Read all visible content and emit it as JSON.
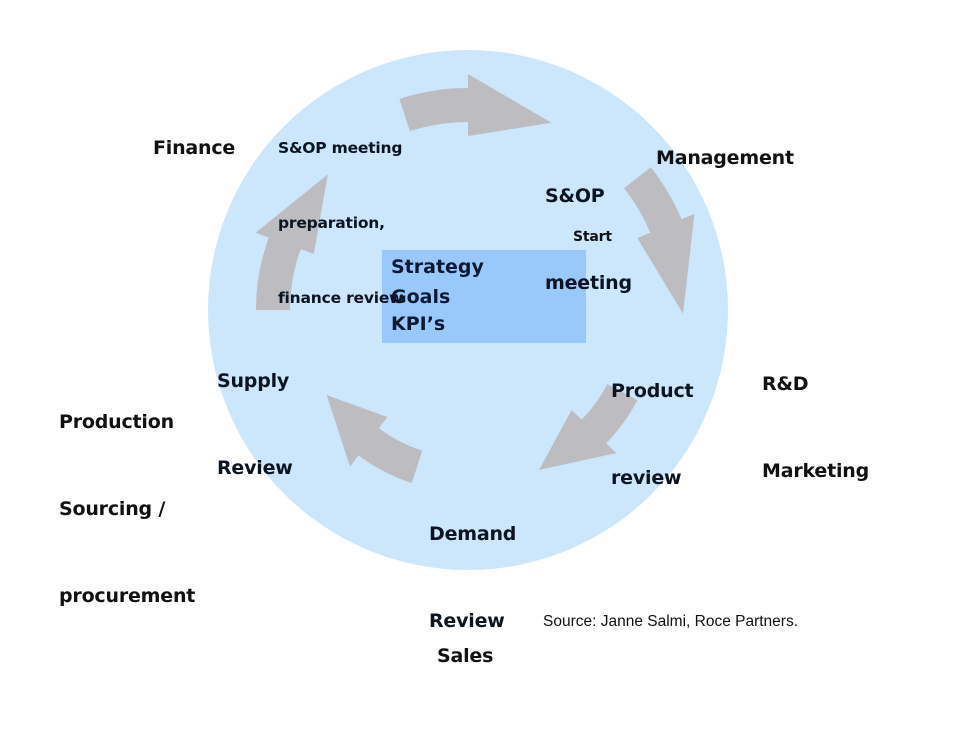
{
  "colors": {
    "circle_fill": "#cce6fc",
    "arrow_fill": "#bdbcc0",
    "center_box_fill": "#99c9fb",
    "text": "#111111"
  },
  "center_box": {
    "lines": [
      "Strategy",
      "Goals",
      "KPI’s"
    ]
  },
  "start_label": "Start",
  "steps": [
    {
      "id": "sop-meeting",
      "lines": [
        "S&OP",
        "meeting"
      ]
    },
    {
      "id": "product-review",
      "lines": [
        "Product",
        "review"
      ]
    },
    {
      "id": "demand-review",
      "lines": [
        "Demand",
        "Review"
      ]
    },
    {
      "id": "supply-review",
      "lines": [
        "Supply",
        "Review"
      ]
    },
    {
      "id": "sop-preparation",
      "lines": [
        "S&OP meeting",
        "preparation,",
        "finance review"
      ]
    }
  ],
  "functions": [
    {
      "id": "management",
      "lines": [
        "Management"
      ]
    },
    {
      "id": "rd-marketing",
      "lines": [
        "R&D",
        "Marketing"
      ]
    },
    {
      "id": "sales",
      "lines": [
        "Sales"
      ]
    },
    {
      "id": "production",
      "lines": [
        "Production",
        "Sourcing /",
        "procurement"
      ]
    },
    {
      "id": "finance",
      "lines": [
        "Finance"
      ]
    }
  ],
  "arrows": [
    {
      "from": "sop-preparation",
      "to": "sop-meeting",
      "icon": "curved-arrow"
    },
    {
      "from": "sop-meeting",
      "to": "product-review",
      "icon": "curved-arrow"
    },
    {
      "from": "product-review",
      "to": "demand-review",
      "icon": "curved-arrow"
    },
    {
      "from": "demand-review",
      "to": "supply-review",
      "icon": "curved-arrow"
    },
    {
      "from": "supply-review",
      "to": "sop-preparation",
      "icon": "curved-arrow"
    }
  ],
  "source": "Source: Janne Salmi, Roce Partners."
}
